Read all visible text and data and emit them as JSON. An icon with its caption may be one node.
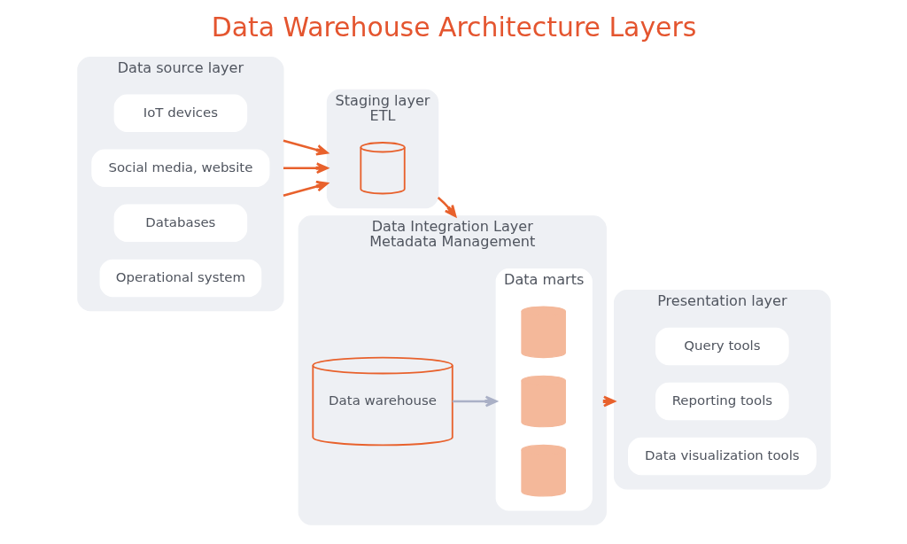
{
  "diagram": {
    "title": "Data Warehouse Architecture Layers",
    "nodes": [
      {
        "text": [
          "Data source layer"
        ]
      },
      {
        "text": [
          "IoT devices"
        ],
        "in": 0
      },
      {
        "text": [
          "Social media, website"
        ],
        "in": 0
      },
      {
        "text": [
          "Databases"
        ],
        "in": 0
      },
      {
        "text": [
          "Operational system"
        ],
        "in": 0
      },
      {
        "text": [
          "Staging layer",
          "ETL"
        ]
      },
      {
        "text": [],
        "shape": "cylinder",
        "in": 5
      },
      {
        "text": [
          "Data Integration Layer",
          "Metadata Management"
        ]
      },
      {
        "text": [
          "Data warehouse"
        ],
        "in": 7
      },
      {
        "text": [
          "Data marts"
        ],
        "in": 7
      },
      {
        "text": [],
        "shape": "cylinder",
        "in": 9
      },
      {
        "text": [],
        "shape": "cylinder",
        "in": 9
      },
      {
        "text": [],
        "shape": "cylinder",
        "in": 9
      },
      {
        "text": [
          "Presentation layer"
        ]
      },
      {
        "text": [
          "Query tools"
        ],
        "in": 13
      },
      {
        "text": [
          "Reporting tools"
        ],
        "in": 13
      },
      {
        "text": [
          "Data visualization tools"
        ],
        "in": 13
      }
    ],
    "edges": [
      {
        "from": 0,
        "to": 5,
        "arrow": "to"
      },
      {
        "from": 0,
        "to": 5,
        "arrow": "to"
      },
      {
        "from": 0,
        "to": 5,
        "arrow": "to"
      },
      {
        "from": 5,
        "to": 7,
        "arrow": "to"
      },
      {
        "from": 8,
        "to": 9,
        "arrow": "to",
        "color": "#aab0c6"
      },
      {
        "from": 7,
        "to": 13,
        "arrow": "to"
      }
    ]
  }
}
